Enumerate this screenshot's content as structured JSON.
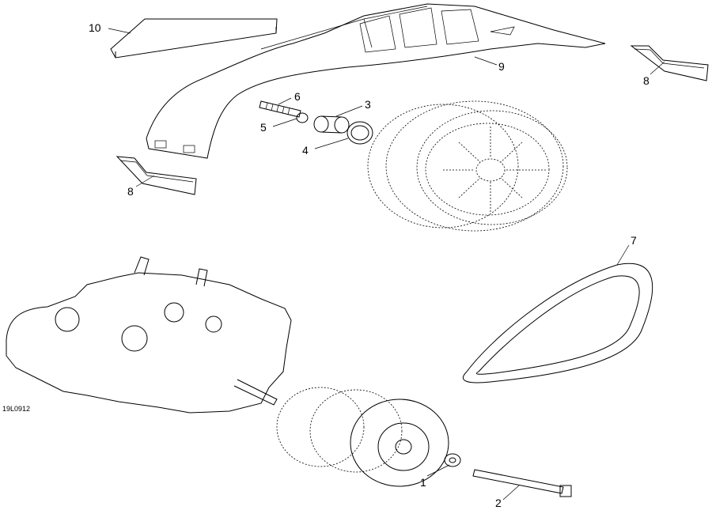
{
  "diagram": {
    "reference_code": "19L0912",
    "callouts": [
      {
        "id": "c10",
        "label": "10"
      },
      {
        "id": "c9",
        "label": "9"
      },
      {
        "id": "c8a",
        "label": "8"
      },
      {
        "id": "c8b",
        "label": "8"
      },
      {
        "id": "c6",
        "label": "6"
      },
      {
        "id": "c3",
        "label": "3"
      },
      {
        "id": "c5",
        "label": "5"
      },
      {
        "id": "c4",
        "label": "4"
      },
      {
        "id": "c7",
        "label": "7"
      },
      {
        "id": "c1",
        "label": "1"
      },
      {
        "id": "c2",
        "label": "2"
      }
    ]
  }
}
